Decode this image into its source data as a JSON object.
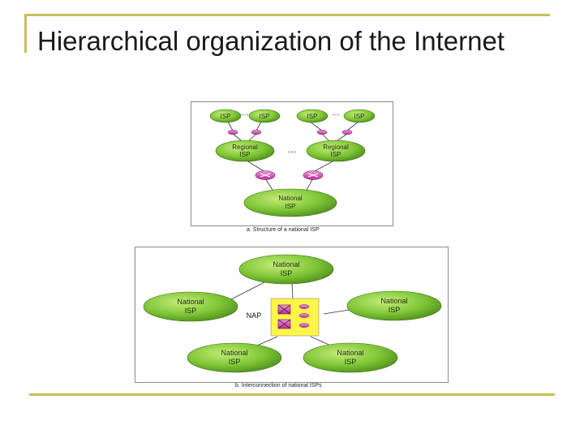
{
  "slide": {
    "title": "Hierarchical organization of the Internet"
  },
  "figure_a": {
    "caption": "a. Structure of a national ISP",
    "isp_label": "ISP",
    "ellipsis": "…",
    "regional_line1": "Regional",
    "regional_line2": "ISP",
    "national_line1": "National",
    "national_line2": "ISP"
  },
  "figure_b": {
    "caption": "b. Interconnection of national ISPs",
    "national_line1": "National",
    "national_line2": "ISP",
    "nap_label": "NAP"
  },
  "colors": {
    "accent_rule": "#c9bf58",
    "isp_green": "#7ec636",
    "router_pink": "#d94fb2",
    "nap_yellow": "#fff44a"
  }
}
